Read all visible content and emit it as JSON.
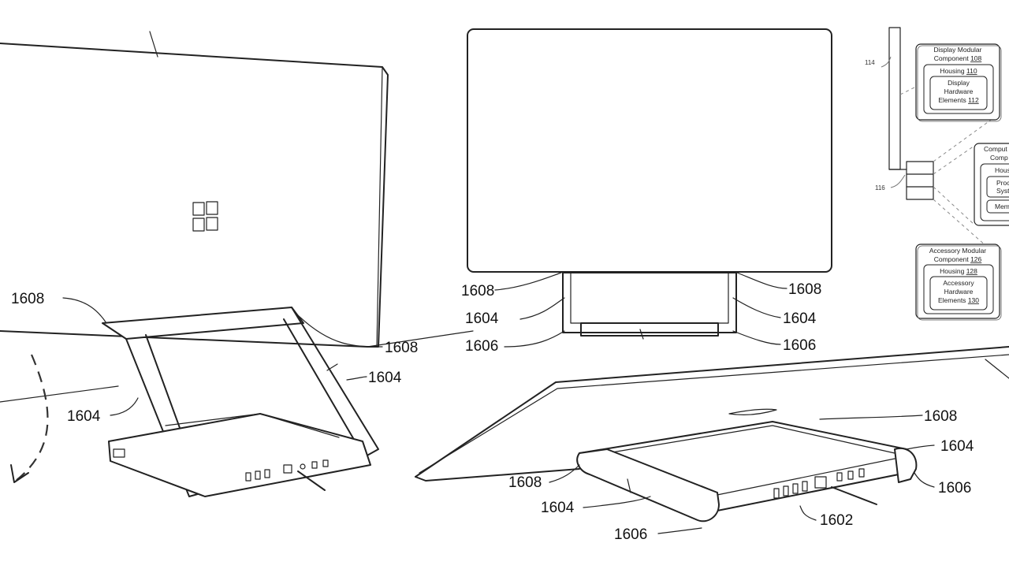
{
  "refs": {
    "r1608": "1608",
    "r1604": "1604",
    "r1606": "1606",
    "r1602": "1602",
    "r114": "114",
    "r116": "116"
  },
  "blocks": {
    "display": {
      "line1": "Display Modular",
      "line2": "Component",
      "num": "108",
      "housing": "Housing",
      "housing_num": "110",
      "hw1": "Display",
      "hw2": "Hardware",
      "hw3": "Elements",
      "hw_num": "112"
    },
    "compute": {
      "line1": "Comput",
      "line2": "Comp",
      "housing": "Hous",
      "proc1": "Proc",
      "proc2": "Syst",
      "mem": "Mem"
    },
    "accessory": {
      "line1": "Accessory Modular",
      "line2": "Component",
      "num": "126",
      "housing": "Housing",
      "housing_num": "128",
      "hw1": "Accessory",
      "hw2": "Hardware",
      "hw3": "Elements",
      "hw_num": "130"
    }
  },
  "icons": [
    "windows-logo-icon",
    "rotation-arrow-icon",
    "stylus-icon"
  ]
}
